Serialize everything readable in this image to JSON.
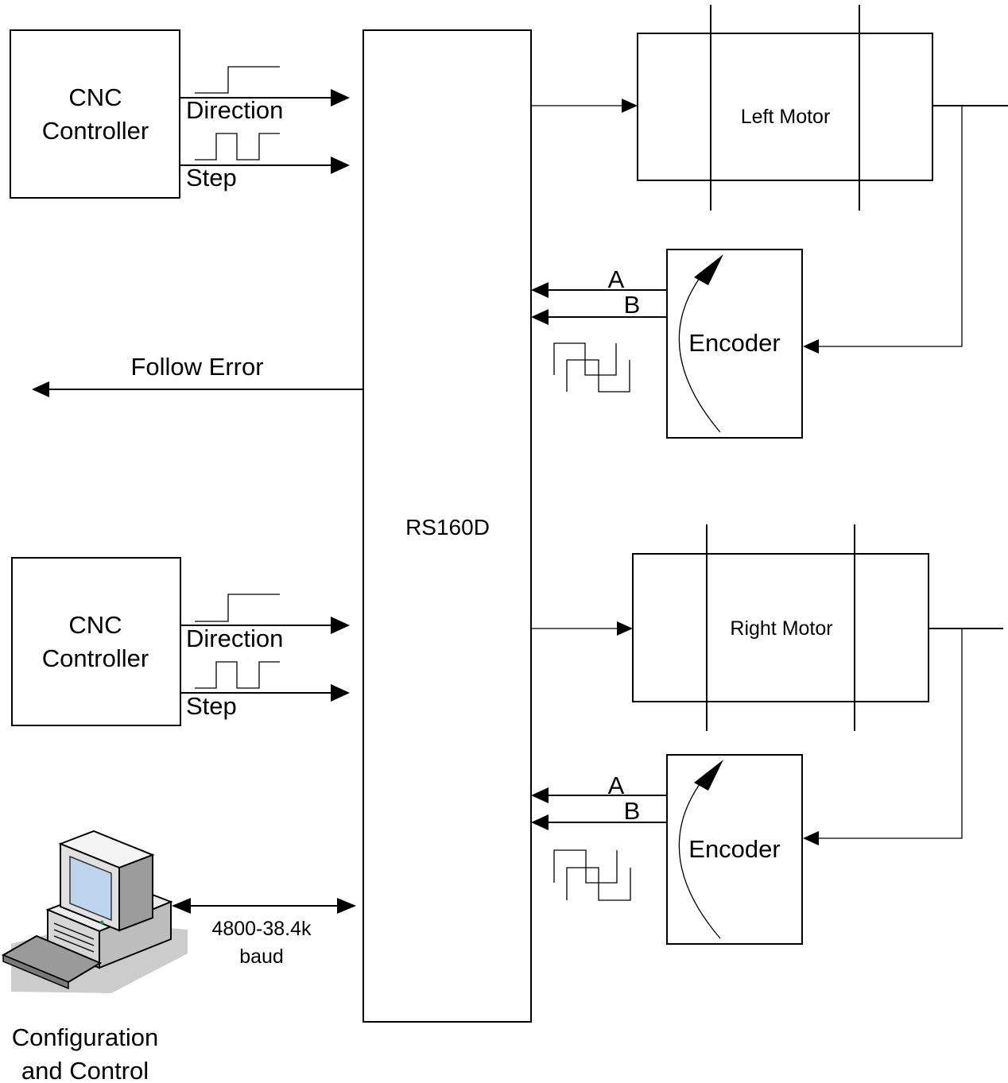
{
  "cnc_top": {
    "line1": "CNC",
    "line2": "Controller",
    "direction": "Direction",
    "step": "Step"
  },
  "cnc_bottom": {
    "line1": "CNC",
    "line2": "Controller",
    "direction": "Direction",
    "step": "Step"
  },
  "driver": {
    "label": "RS160D"
  },
  "follow_error": "Follow Error",
  "left_motor": {
    "label": "Left Motor"
  },
  "right_motor": {
    "label": "Right Motor"
  },
  "encoder_top": {
    "label": "Encoder",
    "a": "A",
    "b": "B"
  },
  "encoder_bottom": {
    "label": "Encoder",
    "a": "A",
    "b": "B"
  },
  "serial": {
    "line1": "4800-38.4k",
    "line2": "baud"
  },
  "computer": {
    "line1": "Configuration",
    "line2": "and Control"
  },
  "colors": {
    "computer_body": "#e0e0e0",
    "screen": "#bcd4ec",
    "keyboard": "#999999",
    "shadow": "#cccccc"
  }
}
